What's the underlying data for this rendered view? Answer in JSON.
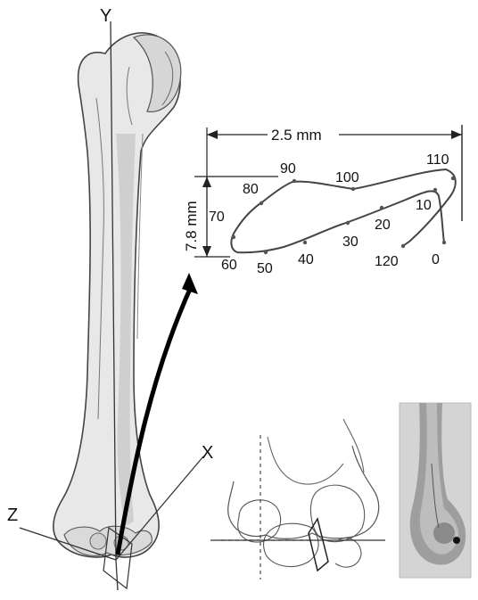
{
  "axes": {
    "y_label": "Y",
    "x_label": "X",
    "z_label": "Z"
  },
  "trajectory": {
    "width_label": "2.5 mm",
    "height_label": "7.8 mm",
    "point_labels": [
      "0",
      "10",
      "20",
      "30",
      "40",
      "50",
      "60",
      "70",
      "80",
      "90",
      "100",
      "110",
      "120"
    ]
  },
  "colors": {
    "bone_fill": "#e6e6e6",
    "bone_shade": "#c9c9c9",
    "line": "#333333",
    "arrow": "#000000"
  }
}
